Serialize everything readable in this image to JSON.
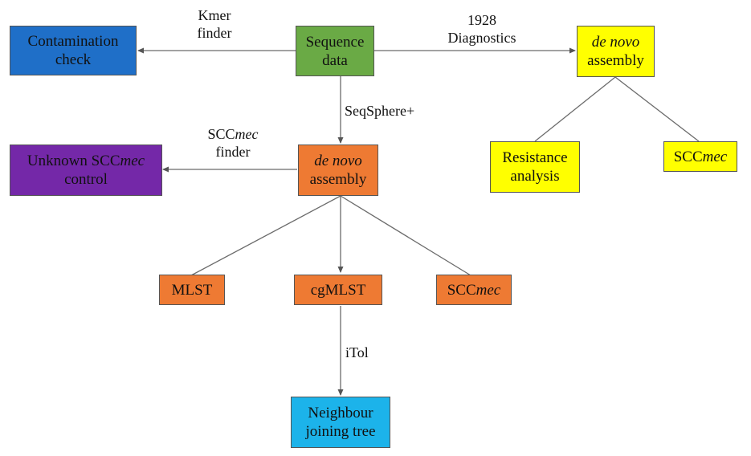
{
  "colors": {
    "blue": "#1f6fc8",
    "green": "#6aaa45",
    "yellow": "#ffff00",
    "orange": "#ee7a33",
    "purple": "#7428a8",
    "cyan": "#1cb3ea",
    "edge": "#6b6b6b"
  },
  "nodes": {
    "sequence_data": {
      "line1": "Sequence",
      "line2": "data"
    },
    "contamination_check": {
      "line1": "Contamination",
      "line2": "check"
    },
    "denovo_right": {
      "line1": "de novo",
      "line2": "assembly"
    },
    "resistance_analysis": {
      "line1": "Resistance",
      "line2": "analysis"
    },
    "sccmec_right": {
      "prefix": "SCC",
      "suffix": "mec"
    },
    "denovo_center": {
      "line1": "de novo",
      "line2": "assembly"
    },
    "unknown_sccmec": {
      "line1_prefix": "Unknown SCC",
      "line1_suffix": "mec",
      "line2": "control"
    },
    "mlst": {
      "text": "MLST"
    },
    "cgmlst": {
      "text": "cgMLST"
    },
    "sccmec_center": {
      "prefix": "SCC",
      "suffix": "mec"
    },
    "nj_tree": {
      "line1": "Neighbour",
      "line2": "joining tree"
    }
  },
  "edge_labels": {
    "kmer": {
      "line1": "Kmer",
      "line2": "finder"
    },
    "diagnostics": {
      "line1": "1928",
      "line2": "Diagnostics"
    },
    "seqsphere": {
      "text": "SeqSphere+"
    },
    "sccmec_finder": {
      "line1_prefix": "SCC",
      "line1_suffix": "mec",
      "line2": "finder"
    },
    "itol": {
      "text": "iTol"
    }
  }
}
